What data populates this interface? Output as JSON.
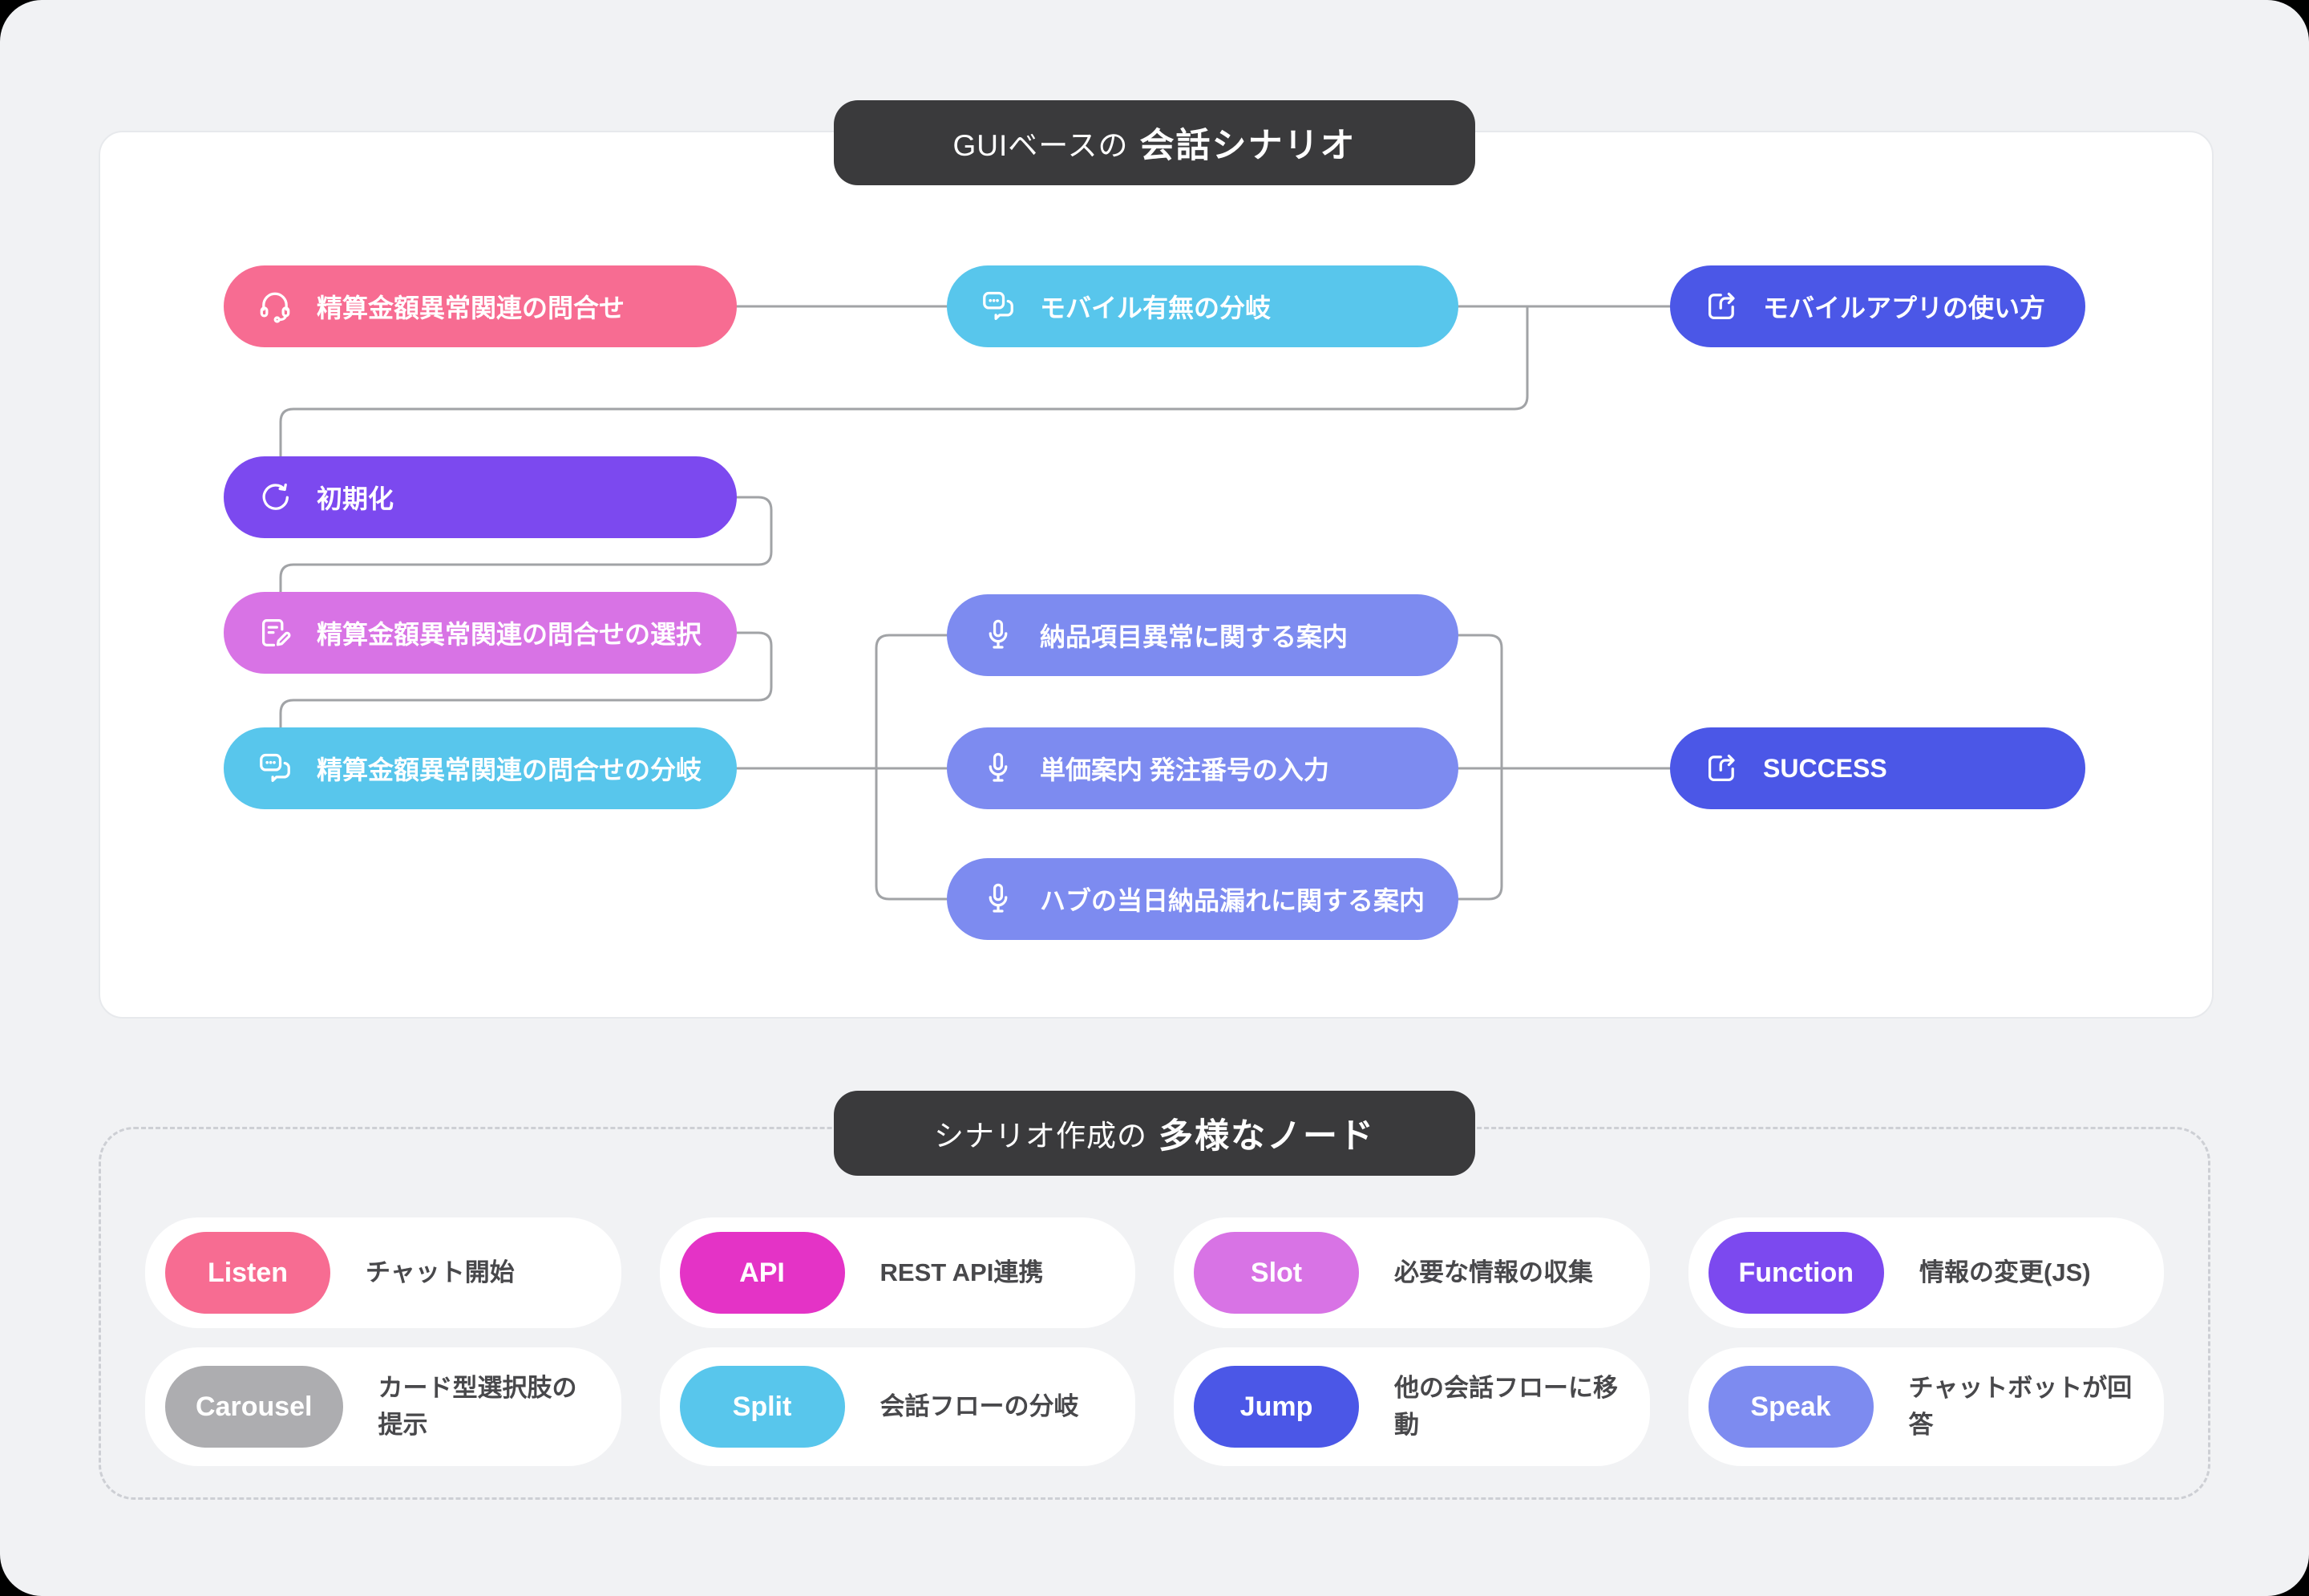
{
  "flow_section": {
    "badge": {
      "prefix": "GUIベースの",
      "emphasis": "会話シナリオ"
    },
    "nodes": [
      {
        "id": "inquiry",
        "type": "Listen",
        "icon": "headset-icon",
        "color": "#F76C92",
        "label": "精算金額異常関連の問合せ"
      },
      {
        "id": "mobile-branch",
        "type": "Split",
        "icon": "chat-bubbles-icon",
        "color": "#58C6EC",
        "label": "モバイル有無の分岐"
      },
      {
        "id": "mobile-app-usage",
        "type": "Jump",
        "icon": "jump-icon",
        "color": "#4B57E7",
        "label": "モバイルアプリの使い方"
      },
      {
        "id": "init",
        "type": "Function",
        "icon": "refresh-icon",
        "color": "#7C49EF",
        "label": "初期化"
      },
      {
        "id": "inquiry-select",
        "type": "Slot",
        "icon": "note-pencil-icon",
        "color": "#D873E5",
        "label": "精算金額異常関連の問合せの選択"
      },
      {
        "id": "inquiry-branch",
        "type": "Split",
        "icon": "chat-bubbles-icon",
        "color": "#58C6EC",
        "label": "精算金額異常関連の問合せの分岐"
      },
      {
        "id": "delivery-item-info",
        "type": "Speak",
        "icon": "mic-icon",
        "color": "#7D8BF0",
        "label": "納品項目異常に関する案内"
      },
      {
        "id": "unit-price-info",
        "type": "Speak",
        "icon": "mic-icon",
        "color": "#7D8BF0",
        "label": "単価案内 発注番号の入力"
      },
      {
        "id": "hub-missed-delivery-info",
        "type": "Speak",
        "icon": "mic-icon",
        "color": "#7D8BF0",
        "label": "ハブの当日納品漏れに関する案内"
      },
      {
        "id": "success",
        "type": "Jump",
        "icon": "jump-icon",
        "color": "#4B57E7",
        "label": "SUCCESS"
      }
    ],
    "edges": [
      {
        "from": "inquiry",
        "to": "mobile-branch"
      },
      {
        "from": "mobile-branch",
        "to": "mobile-app-usage"
      },
      {
        "from": "mobile-branch",
        "to": "init"
      },
      {
        "from": "init",
        "to": "inquiry-select"
      },
      {
        "from": "inquiry-select",
        "to": "inquiry-branch"
      },
      {
        "from": "inquiry-branch",
        "to": "delivery-item-info"
      },
      {
        "from": "inquiry-branch",
        "to": "unit-price-info"
      },
      {
        "from": "inquiry-branch",
        "to": "hub-missed-delivery-info"
      },
      {
        "from": "delivery-item-info",
        "to": "success"
      },
      {
        "from": "unit-price-info",
        "to": "success"
      },
      {
        "from": "hub-missed-delivery-info",
        "to": "success"
      }
    ]
  },
  "legend_section": {
    "badge": {
      "prefix": "シナリオ作成の",
      "emphasis": "多様なノード"
    },
    "items": [
      {
        "name": "Listen",
        "color": "#F76C92",
        "description": "チャット開始"
      },
      {
        "name": "API",
        "color": "#E433C6",
        "description": "REST API連携"
      },
      {
        "name": "Slot",
        "color": "#D873E5",
        "description": "必要な情報の収集"
      },
      {
        "name": "Function",
        "color": "#7C49EF",
        "description": "情報の変更(JS)"
      },
      {
        "name": "Carousel",
        "color": "#ADADB0",
        "description": "カード型選択肢の提示"
      },
      {
        "name": "Split",
        "color": "#58C6EC",
        "description": "会話フローの分岐"
      },
      {
        "name": "Jump",
        "color": "#4B57E7",
        "description": "他の会話フローに移動"
      },
      {
        "name": "Speak",
        "color": "#7D8BF0",
        "description": "チャットボットが回答"
      }
    ]
  },
  "colors": {
    "page_background": "#F1F2F4",
    "canvas_background": "#FFFFFF",
    "badge_background": "#3A3A3C",
    "connector_line": "#A1A3A6",
    "description_text": "#48484B"
  }
}
